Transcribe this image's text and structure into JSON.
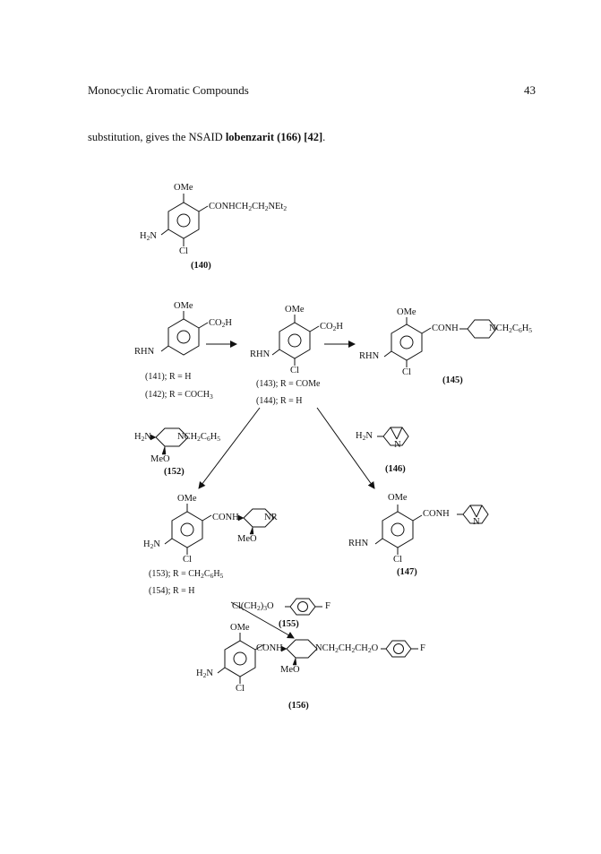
{
  "header": {
    "running_title": "Monocyclic Aromatic Compounds",
    "page_number": "43"
  },
  "body_text": {
    "before": "substitution, gives the NSAID ",
    "emphasis": "lobenzarit (166) [42]",
    "after": "."
  },
  "compounds": {
    "c140": {
      "label": "(140)",
      "groups": [
        "OMe",
        "CONHCH2CH2NEt2",
        "H2N",
        "Cl"
      ]
    },
    "c141": {
      "label": "(141); R = H"
    },
    "c142": {
      "label": "(142); R = COCH3"
    },
    "c141_groups": [
      "OMe",
      "CO2H",
      "RHN"
    ],
    "c143": {
      "label": "(143); R = COMe",
      "groups": [
        "OMe",
        "CO2H",
        "RHN",
        "Cl"
      ]
    },
    "c144": {
      "label": "(144); R = H"
    },
    "c145": {
      "label": "(145)",
      "groups": [
        "OMe",
        "CONH",
        "NCH2C6H5",
        "RHN",
        "Cl"
      ]
    },
    "c146": {
      "label": "(146)",
      "groups": [
        "H2N",
        "N"
      ]
    },
    "c147": {
      "label": "(147)",
      "groups": [
        "OMe",
        "CONH",
        "N",
        "RHN",
        "Cl"
      ]
    },
    "c152": {
      "label": "(152)",
      "groups": [
        "H2N",
        "NCH2C6H5",
        "MeO"
      ]
    },
    "c153": {
      "label": "(153); R = CH2C6H5",
      "groups": [
        "OMe",
        "CONH",
        "NR",
        "MeO",
        "H2N",
        "Cl"
      ]
    },
    "c154": {
      "label": "(154); R = H"
    },
    "c155": {
      "label": "(155)",
      "groups": [
        "Cl(CH2)3O",
        "F"
      ]
    },
    "c156": {
      "label": "(156)",
      "groups": [
        "OMe",
        "CONH",
        "NCH2CH2CH2O",
        "F",
        "MeO",
        "H2N",
        "Cl"
      ]
    }
  }
}
